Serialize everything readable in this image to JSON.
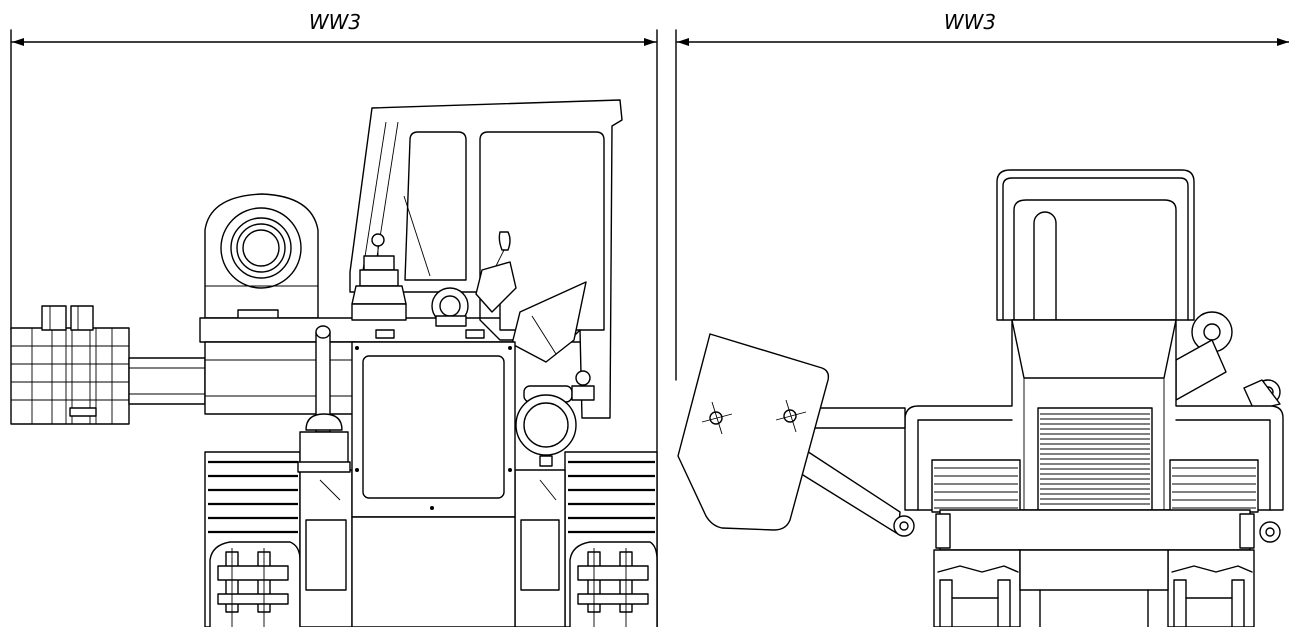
{
  "views": [
    {
      "id": "side-view",
      "dimension_label": "WW3"
    },
    {
      "id": "front-view",
      "dimension_label": "WW3"
    }
  ],
  "colors": {
    "line": "#000000",
    "background": "#ffffff"
  }
}
